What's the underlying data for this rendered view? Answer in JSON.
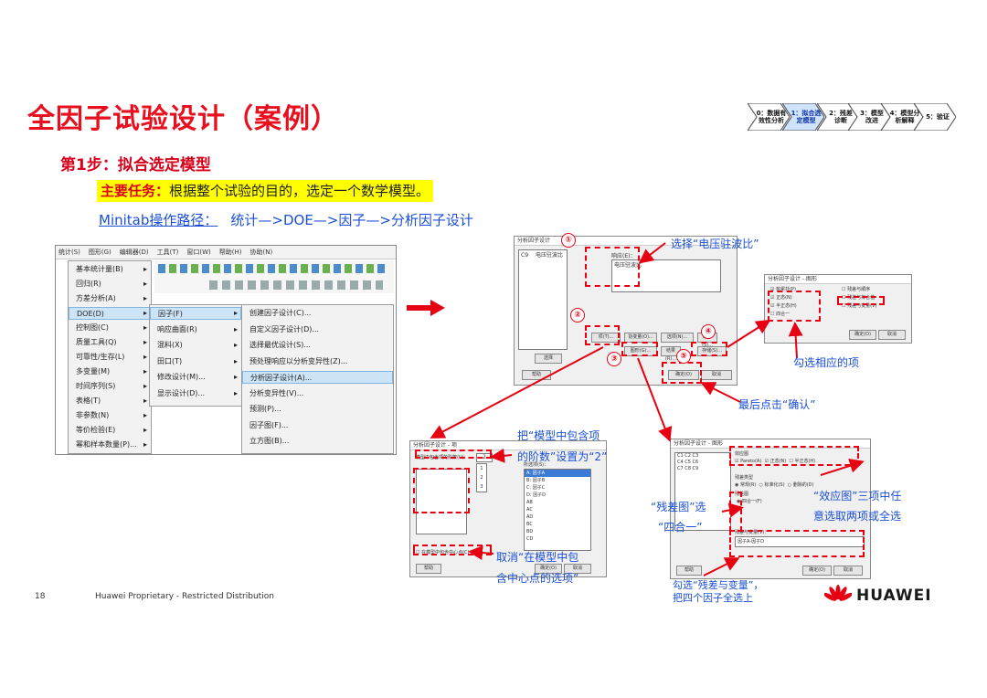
{
  "title": "全因子试验设计（案例）",
  "step": "第1步：拟合选定模型",
  "task": {
    "label": "主要任务：",
    "text": "根据整个试验的目的，选定一个数学模型。"
  },
  "path": {
    "label": "Minitab操作路径：",
    "text": "统计—>DOE—>因子—>分析因子设计"
  },
  "process_steps": [
    {
      "line1": "0：数据有",
      "line2": "效性分析"
    },
    {
      "line1": "1：拟合选",
      "line2": "定模型"
    },
    {
      "line1": "2：残差",
      "line2": "诊断"
    },
    {
      "line1": "3：模型",
      "line2": "改进"
    },
    {
      "line1": "4：模型分",
      "line2": "析解释"
    },
    {
      "line1": "5：验证",
      "line2": ""
    }
  ],
  "menubar": [
    "统计(S)",
    "图形(G)",
    "编辑器(D)",
    "工具(T)",
    "窗口(W)",
    "帮助(H)",
    "协助(N)"
  ],
  "menu1": [
    "基本统计量(B)",
    "回归(R)",
    "方差分析(A)",
    "DOE(D)",
    "控制图(C)",
    "质量工具(Q)",
    "可靠性/生存(L)",
    "多变量(M)",
    "时间序列(S)",
    "表格(T)",
    "非参数(N)",
    "等价检验(E)",
    "幂和样本数量(P)..."
  ],
  "menu2": [
    "因子(F)",
    "响应曲面(R)",
    "混料(X)",
    "田口(T)",
    "修改设计(M)...",
    "显示设计(D)..."
  ],
  "menu3": [
    "创建因子设计(C)...",
    "自定义因子设计(D)...",
    "选择最优设计(S)...",
    "预处理响应以分析变异性(Z)...",
    "分析因子设计(A)...",
    "分析变异性(V)...",
    "预测(P)...",
    "因子图(F)...",
    "立方图(B)..."
  ],
  "dialog_main": {
    "title": "分析因子设计",
    "var_col": "C9",
    "var_name": "电压驻波比",
    "resp_label": "响应(E)：",
    "resp_value": "电压驻波比",
    "buttons": [
      "项(T)...",
      "协变量(O)...",
      "选项(N)...",
      "逐步(S)...",
      "图形(G)...",
      "结果(R)...",
      "存储(S)..."
    ],
    "ok": "确定(O)",
    "cancel": "取消",
    "help": "帮助",
    "select": "选择"
  },
  "dialog_graph": {
    "title": "分析因子设计 - 图形",
    "options": [
      "帕累托(P)",
      "正态(N)",
      "半正态(H)",
      "四合一",
      "残差与顺序",
      "残差与拟合值",
      "残差与变量(V)"
    ]
  },
  "dialog_terms": {
    "title": "分析因子设计 - 项",
    "order_label": "模型中包含项的阶数(U)：",
    "order_value": "2",
    "selected_label": "所选项(S)：",
    "items": [
      "A: 因子A",
      "B: 因子B",
      "C: 因子C",
      "D: 因子D",
      "AB",
      "AC",
      "AD",
      "BC",
      "BD",
      "CD"
    ],
    "center_label": "在模型中包含中心点(C)",
    "ok": "确定(O)",
    "cancel": "取消",
    "help": "帮助"
  },
  "dialog_resid": {
    "title": "分析因子设计 - 图形",
    "effects_label": "效应图",
    "pareto": "Pareto(A)",
    "normal": "正态(N)",
    "halfnormal": "半正态(H)",
    "resid_type": "残差类型",
    "standard": "标准化(S)",
    "regular": "常规(R)",
    "deleted": "删除的(D)",
    "resid_plots": "残差图",
    "fourinone": "四合一(F)",
    "vars_label": "残差与变量(V)：",
    "vars_value": "因子A-因子D",
    "ok": "确定(O)",
    "cancel": "取消",
    "help": "帮助"
  },
  "annotations": {
    "a1": "选择“电压驻波比”",
    "a2": "勾选相应的项",
    "a3": "最后点击“确认”",
    "a4a": "把“模型中包含项",
    "a4b": "的阶数”设置为“2”",
    "a5a": "取消“在模型中包",
    "a5b": "含中心点的选项”",
    "a6a": "“效应图”三项中任",
    "a6b": "意选取两项或全选",
    "a7a": "“残差图”选",
    "a7b": "“四合一”",
    "a8a": "勾选“残差与变量”，",
    "a8b": "把四个因子全选上"
  },
  "circles": [
    "①",
    "②",
    "③",
    "④",
    "⑤"
  ],
  "footer": {
    "page": "18",
    "text": "Huawei Proprietary - Restricted Distribution",
    "brand": "HUAWEI"
  },
  "colors": {
    "title": "#e8101e",
    "annotation": "#1a4fd6",
    "dash": "#e60012",
    "highlight": "#ffff00"
  }
}
